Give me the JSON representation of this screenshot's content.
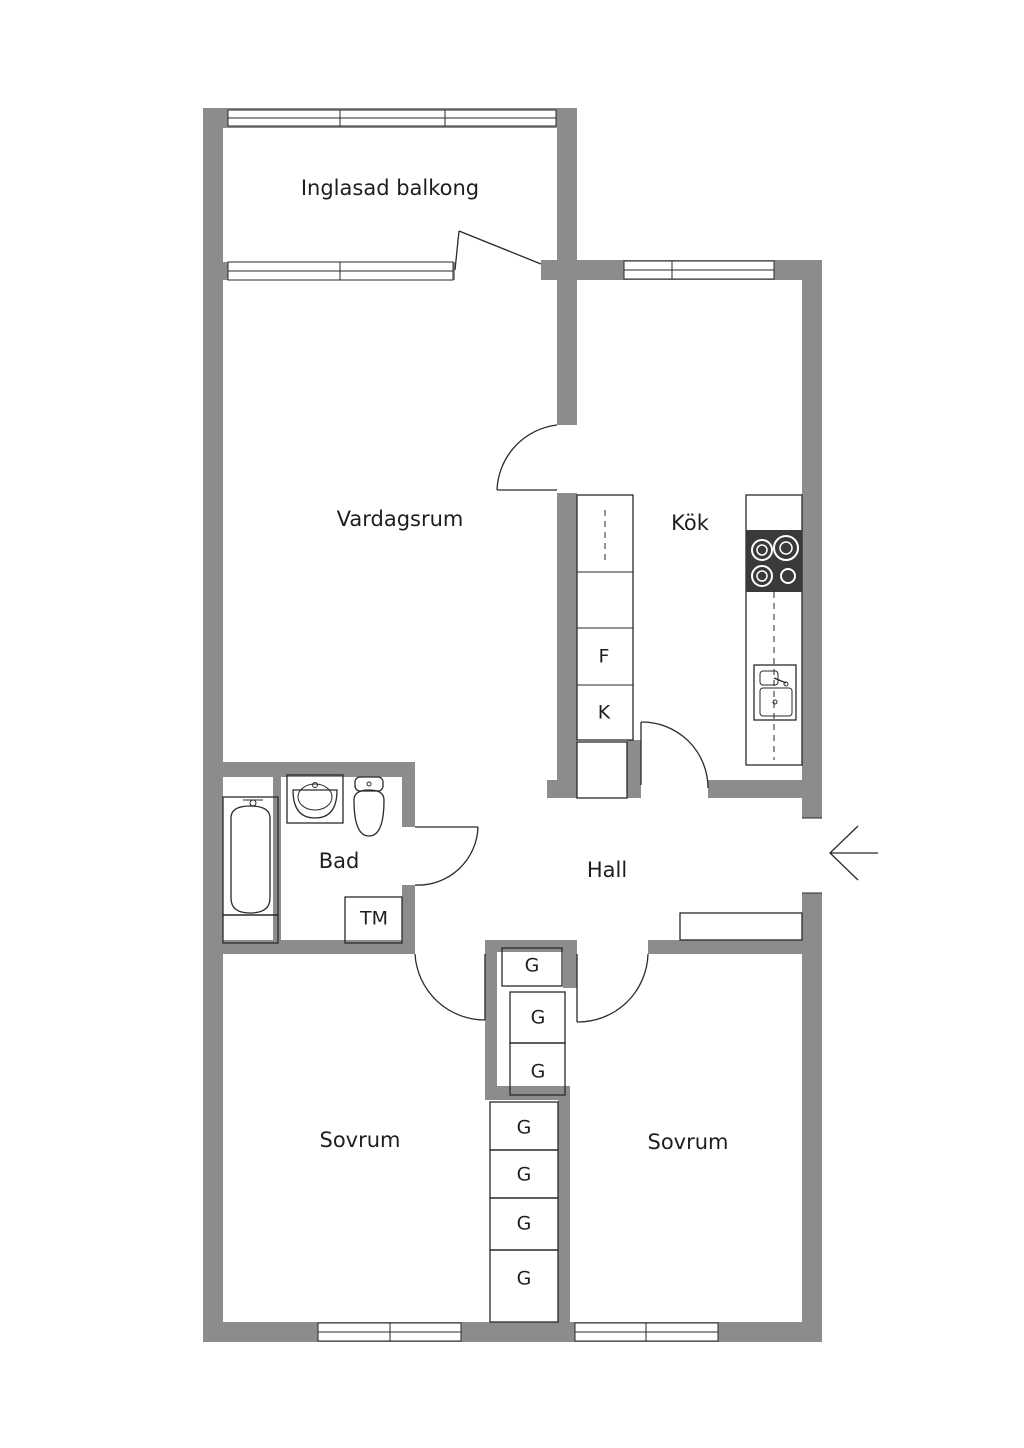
{
  "floor_plan": {
    "rooms": {
      "balcony": "Inglasad balkong",
      "living_room": "Vardagsrum",
      "kitchen": "Kök",
      "bathroom": "Bad",
      "hall": "Hall",
      "bedroom_left": "Sovrum",
      "bedroom_right": "Sovrum"
    },
    "fixtures": {
      "freezer": "F",
      "fridge": "K",
      "washer": "TM",
      "wardrobe": "G"
    },
    "entrance": {
      "icon": "arrow-left-icon"
    },
    "colors": {
      "wall": "#8c8c8e",
      "line": "#2a2a2a"
    }
  }
}
